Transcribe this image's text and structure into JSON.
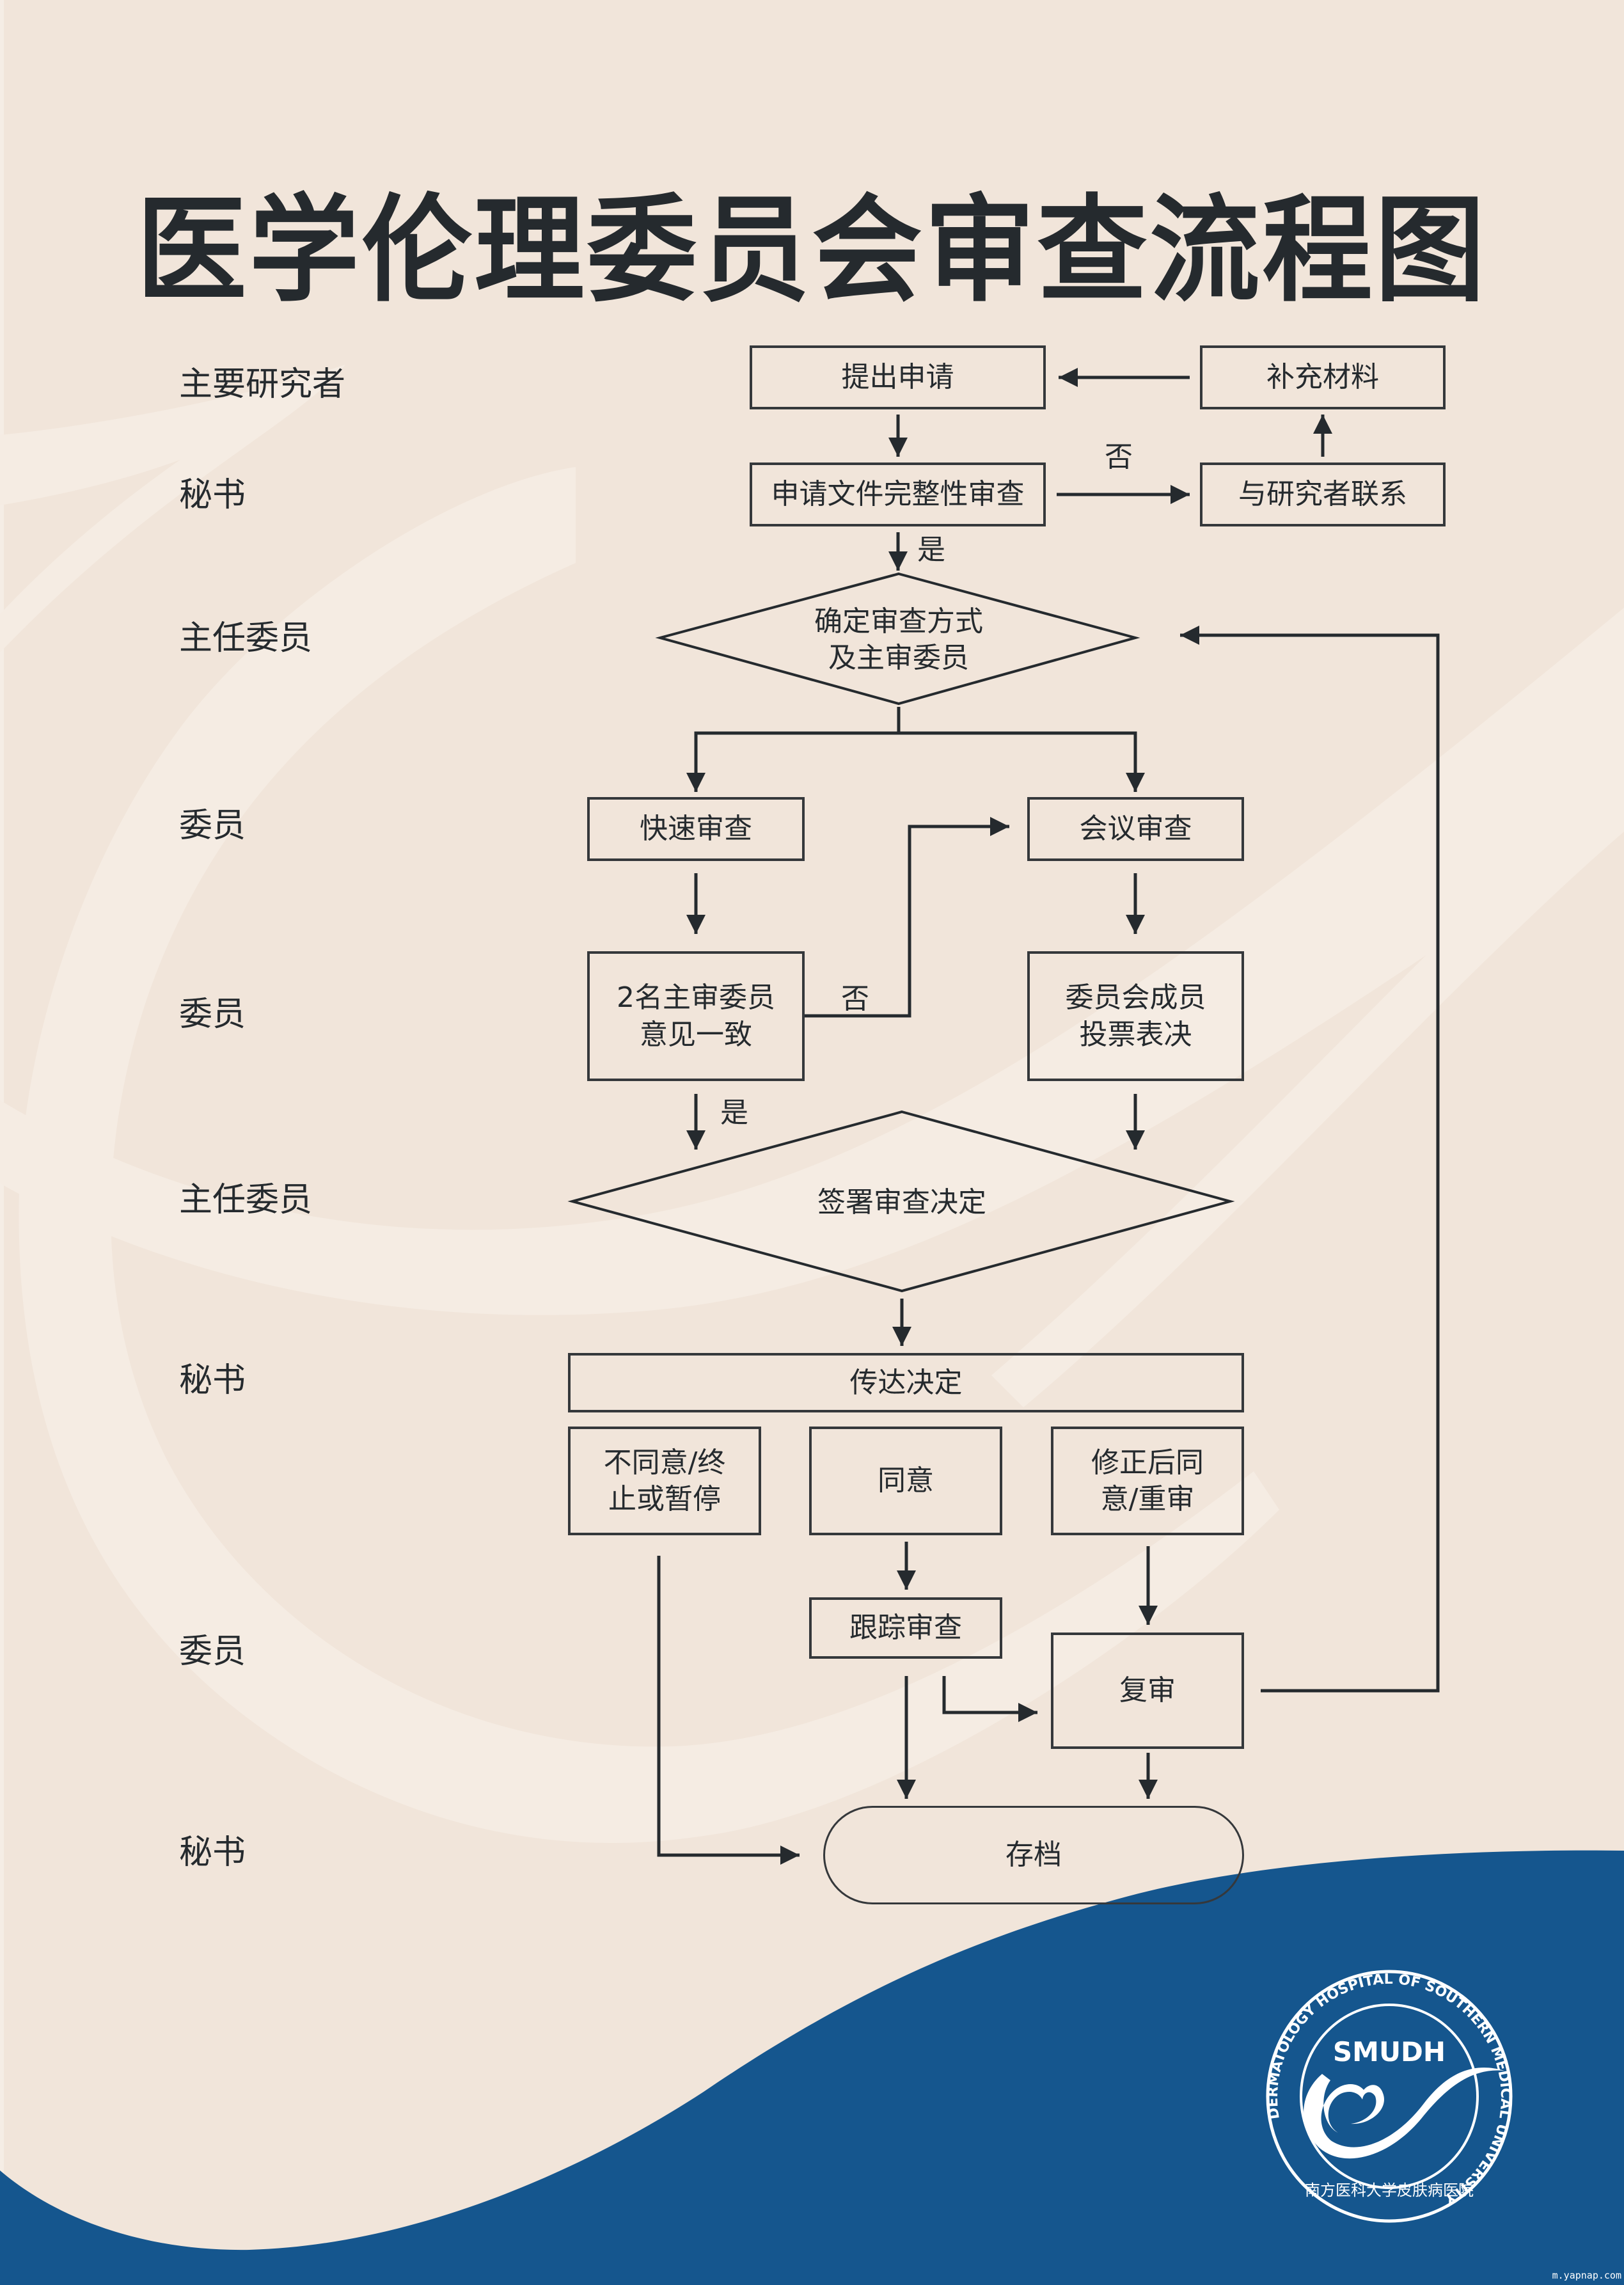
{
  "title": "医学伦理委员会审查流程图",
  "colors": {
    "background": "#f1e5da",
    "ink": "#252a2e",
    "brand_blue": "#15568e",
    "swoosh": "#f5ece3"
  },
  "roles": [
    "主要研究者",
    "秘书",
    "主任委员",
    "委员",
    "委员",
    "主任委员",
    "秘书",
    "委员",
    "秘书"
  ],
  "nodes": {
    "submit": "提出申请",
    "supplement": "补充材料",
    "completeness_check": "申请文件完整性审查",
    "contact_researcher": "与研究者联系",
    "decide_method": "确定审查方式\n及主审委员",
    "fast_review": "快速审查",
    "meeting_review": "会议审查",
    "two_reviewers": "2名主审委员\n意见一致",
    "committee_vote": "委员会成员\n投票表决",
    "sign_decision": "签署审查决定",
    "convey_decision": "传达决定",
    "disagree": "不同意/终\n止或暂停",
    "agree": "同意",
    "modify_agree": "修正后同\n意/重审",
    "follow_up": "跟踪审查",
    "re_review": "复审",
    "archive": "存档"
  },
  "edge_labels": {
    "no_1": "否",
    "yes_1": "是",
    "no_2": "否",
    "yes_2": "是"
  },
  "logo": {
    "acronym": "SMUDH",
    "ring_text": "DERMATOLOGY HOSPITAL OF SOUTHERN MEDICAL UNIVERSITY",
    "chinese_name": "南方医科大学皮肤病医院"
  },
  "watermark": "m.yapnap.com"
}
